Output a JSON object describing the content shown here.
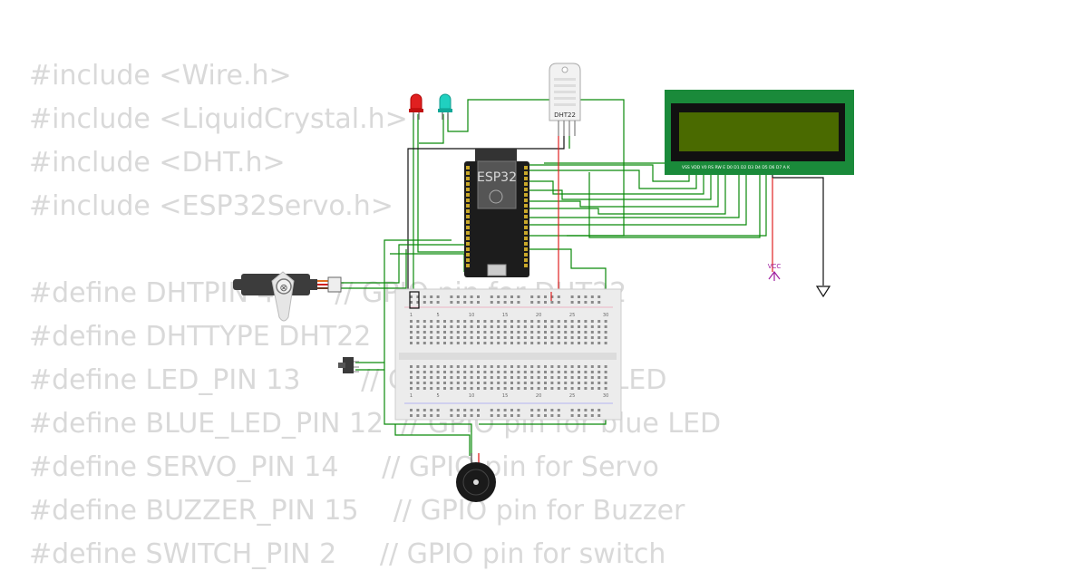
{
  "code_lines": [
    "#include <Wire.h>",
    "#include <LiquidCrystal.h>",
    "#include <DHT.h>",
    "#include <ESP32Servo.h>",
    "",
    "#define DHTPIN 4       // GPIO pin for DHT22",
    "#define DHTTYPE DHT22",
    "#define LED_PIN 13       // GPIO pin for red LED",
    "#define BLUE_LED_PIN 12  // GPIO pin for blue LED",
    "#define SERVO_PIN 14     // GPIO pin for Servo",
    "#define BUZZER_PIN 15    // GPIO pin for Buzzer",
    "#define SWITCH_PIN 2     // GPIO pin for switch"
  ],
  "components": {
    "esp32_label": "ESP32",
    "dht_label": "DHT22",
    "vcc_label": "VCC",
    "lcd_pin_labels": "VSS VDD V0 RS RW E  D0 D1 D2 D3 D4 D5 D6 D7 A  K",
    "breadboard_numbers": [
      "1",
      "5",
      "10",
      "15",
      "20",
      "25",
      "30"
    ]
  },
  "colors": {
    "wire": "#0a8a0a",
    "code_text": "#d9d9d9",
    "lcd_pcb": "#1a8a3a",
    "lcd_screen": "#4a6a00",
    "red_led": "#e02020",
    "blue_led": "#20d0c0"
  }
}
